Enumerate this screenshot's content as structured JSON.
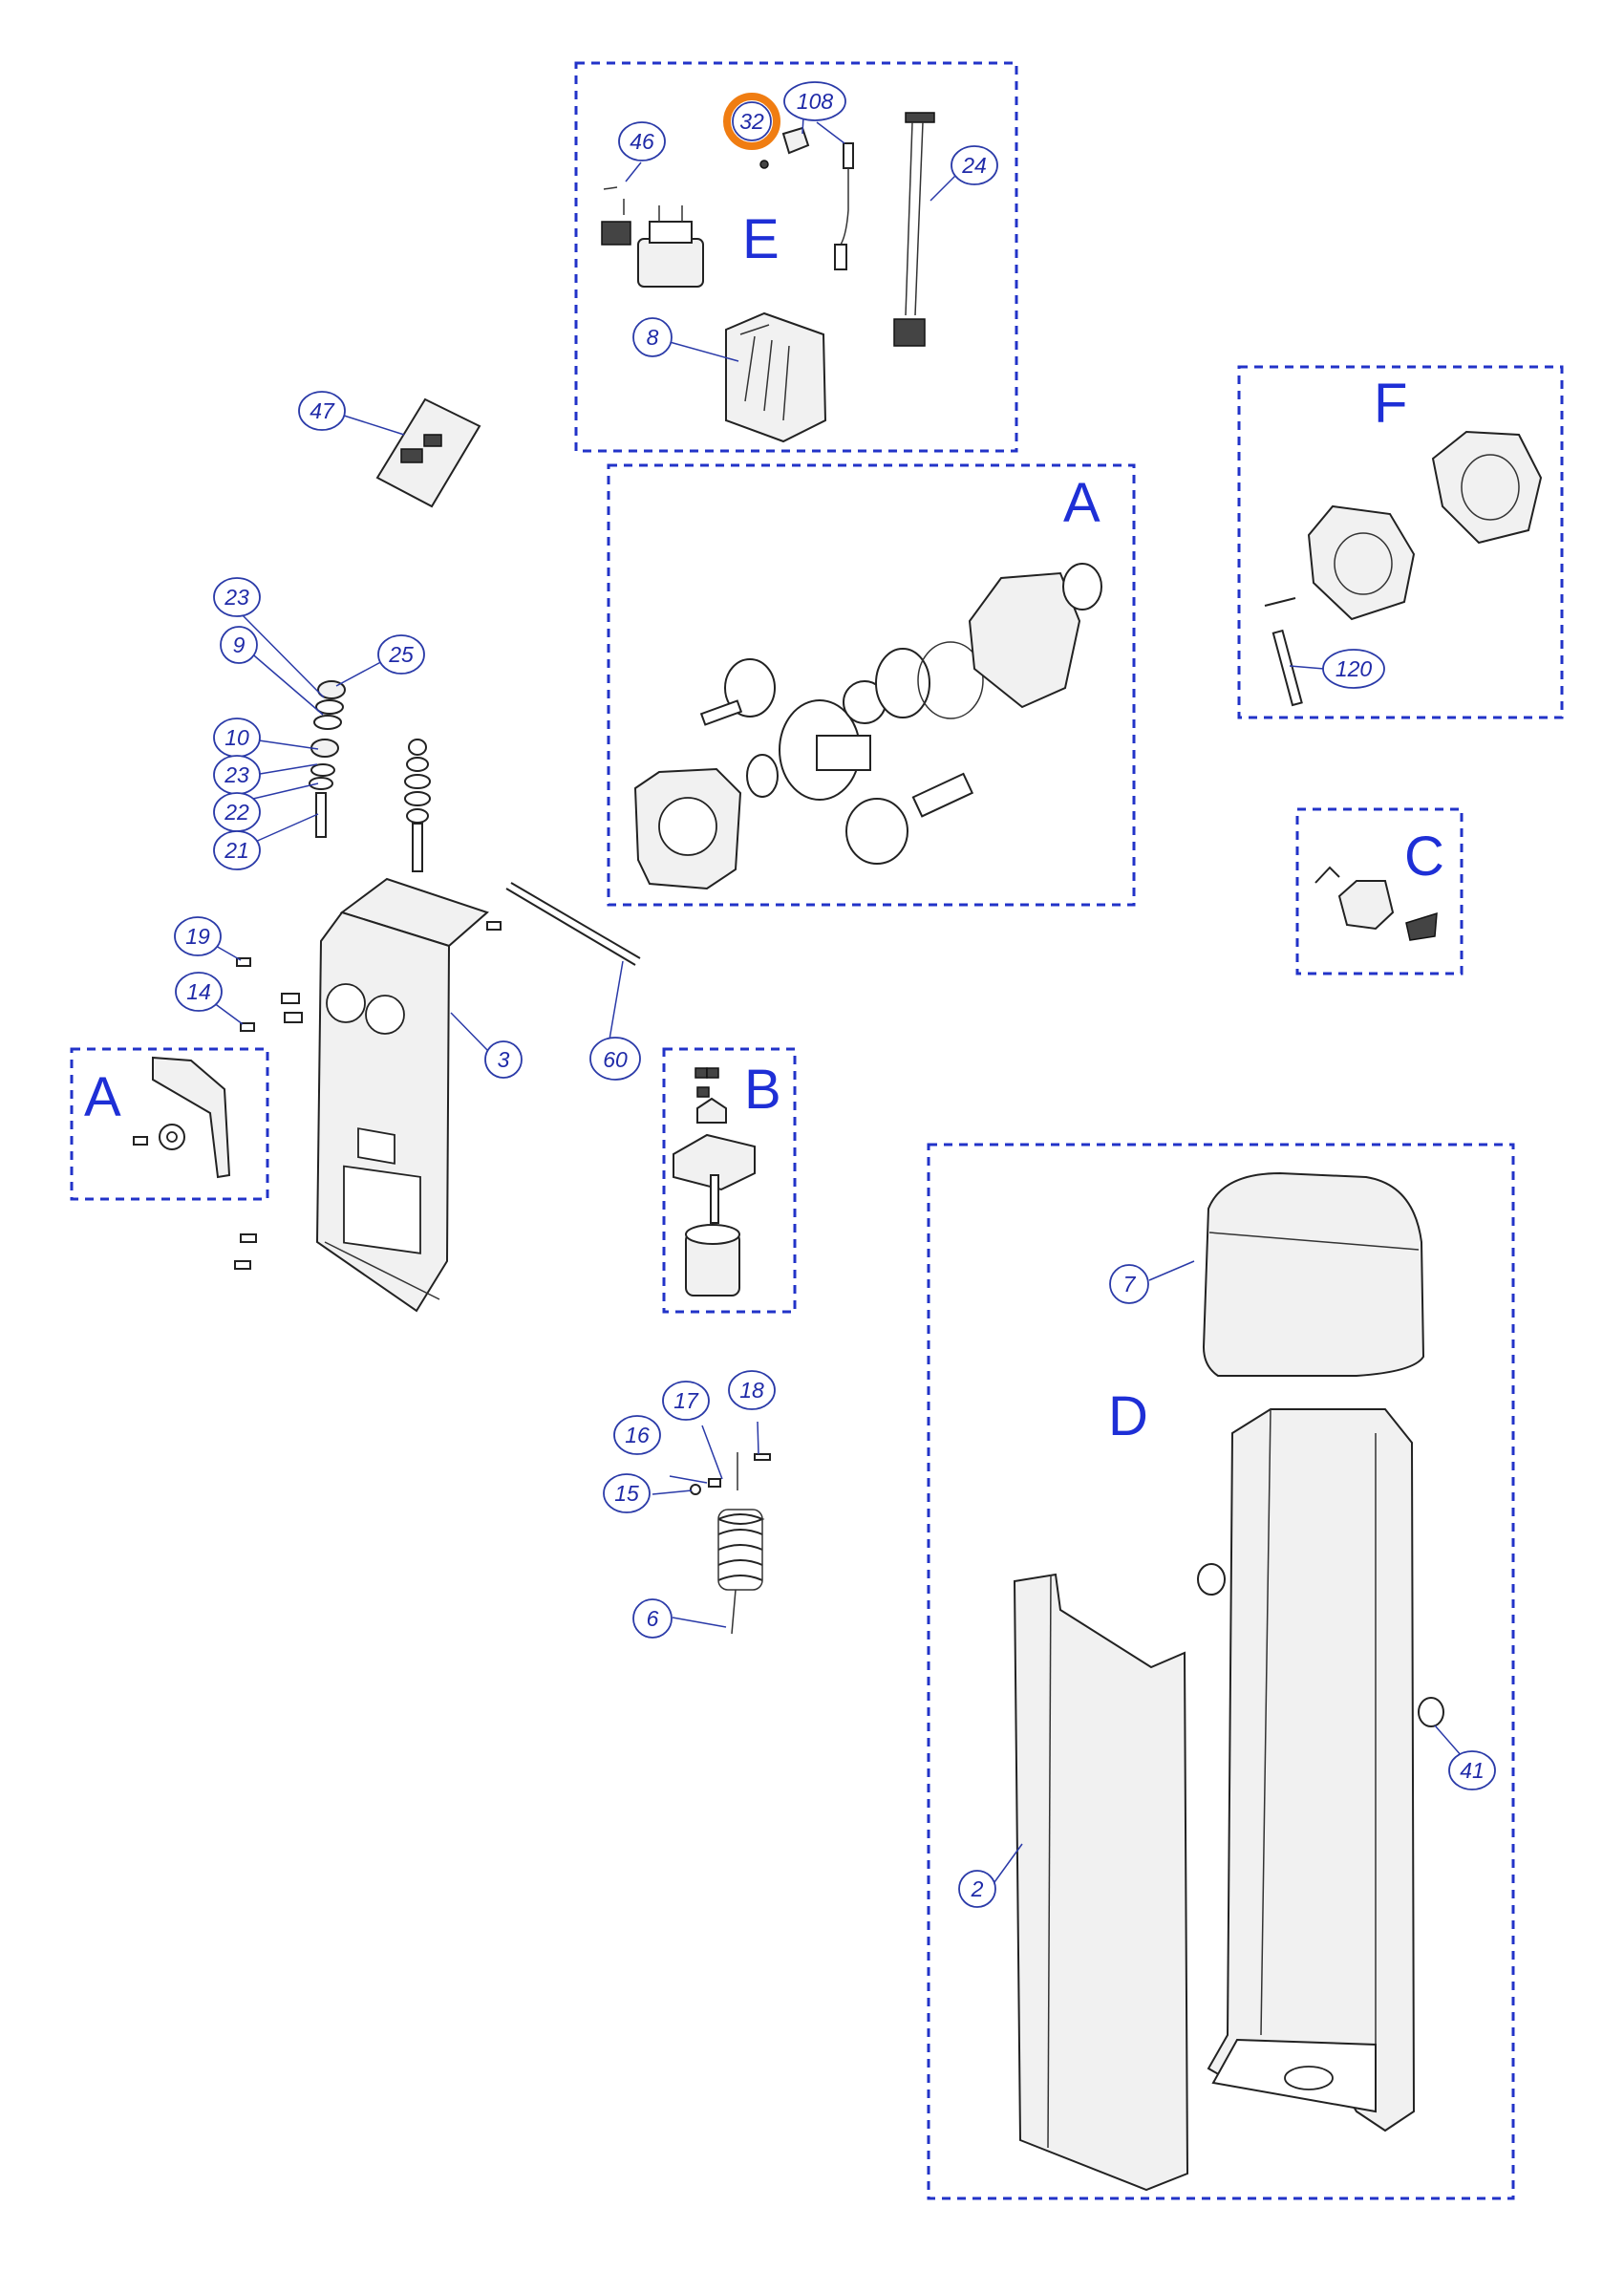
{
  "groups": [
    {
      "id": "E",
      "letter": "E"
    },
    {
      "id": "A_top",
      "letter": "A"
    },
    {
      "id": "F",
      "letter": "F"
    },
    {
      "id": "C",
      "letter": "C"
    },
    {
      "id": "A_left",
      "letter": "A"
    },
    {
      "id": "B",
      "letter": "B"
    },
    {
      "id": "D",
      "letter": "D"
    }
  ],
  "callouts": [
    {
      "id": "c32",
      "label": "32",
      "highlighted": true
    },
    {
      "id": "c108",
      "label": "108"
    },
    {
      "id": "c46",
      "label": "46"
    },
    {
      "id": "c24",
      "label": "24"
    },
    {
      "id": "c8",
      "label": "8"
    },
    {
      "id": "c47",
      "label": "47"
    },
    {
      "id": "c120",
      "label": "120"
    },
    {
      "id": "c23a",
      "label": "23"
    },
    {
      "id": "c9",
      "label": "9"
    },
    {
      "id": "c25",
      "label": "25"
    },
    {
      "id": "c10",
      "label": "10"
    },
    {
      "id": "c23b",
      "label": "23"
    },
    {
      "id": "c22",
      "label": "22"
    },
    {
      "id": "c21",
      "label": "21"
    },
    {
      "id": "c19",
      "label": "19"
    },
    {
      "id": "c14",
      "label": "14"
    },
    {
      "id": "c3",
      "label": "3"
    },
    {
      "id": "c60",
      "label": "60"
    },
    {
      "id": "c7",
      "label": "7"
    },
    {
      "id": "c18",
      "label": "18"
    },
    {
      "id": "c17",
      "label": "17"
    },
    {
      "id": "c16",
      "label": "16"
    },
    {
      "id": "c15",
      "label": "15"
    },
    {
      "id": "c6",
      "label": "6"
    },
    {
      "id": "c41",
      "label": "41"
    },
    {
      "id": "c2",
      "label": "2"
    }
  ],
  "colors": {
    "group_border": "#2233c8",
    "group_letter": "#1e2fd6",
    "callout_text": "#1f2aa8",
    "highlight": "#f07d12"
  }
}
